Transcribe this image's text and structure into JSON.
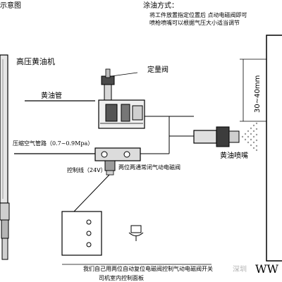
{
  "labels": {
    "title_fragment": "示意图",
    "method_title": "涂油方式：",
    "method_line1": "将工件放置指定位置后 点动电磁阀即可",
    "method_line2": "喷枪喷嘴可以根据气压大小适当调节",
    "pump": "高压黄油机",
    "metering_valve": "定量阀",
    "grease_pipe": "黄油管",
    "air_pipe": "压缩空气管路（0.7~0.9Mpa）",
    "control_line": "控制线（24V）",
    "solenoid_valve": "两位两通常闭气动电磁阀",
    "nozzle": "黄油喷嘴",
    "distance": "30~40mm",
    "bottom_caption": "我们自己用两位自动复位电磁阀控制气动电磁阀开关",
    "control_panel": "司机室内控制面板",
    "watermark_left": "深圳",
    "watermark_right": "WW"
  },
  "colors": {
    "line": "#000000",
    "metal_light": "#d8d8d8",
    "metal_dark": "#4a4a4a",
    "spray": "#9a9a9a"
  }
}
